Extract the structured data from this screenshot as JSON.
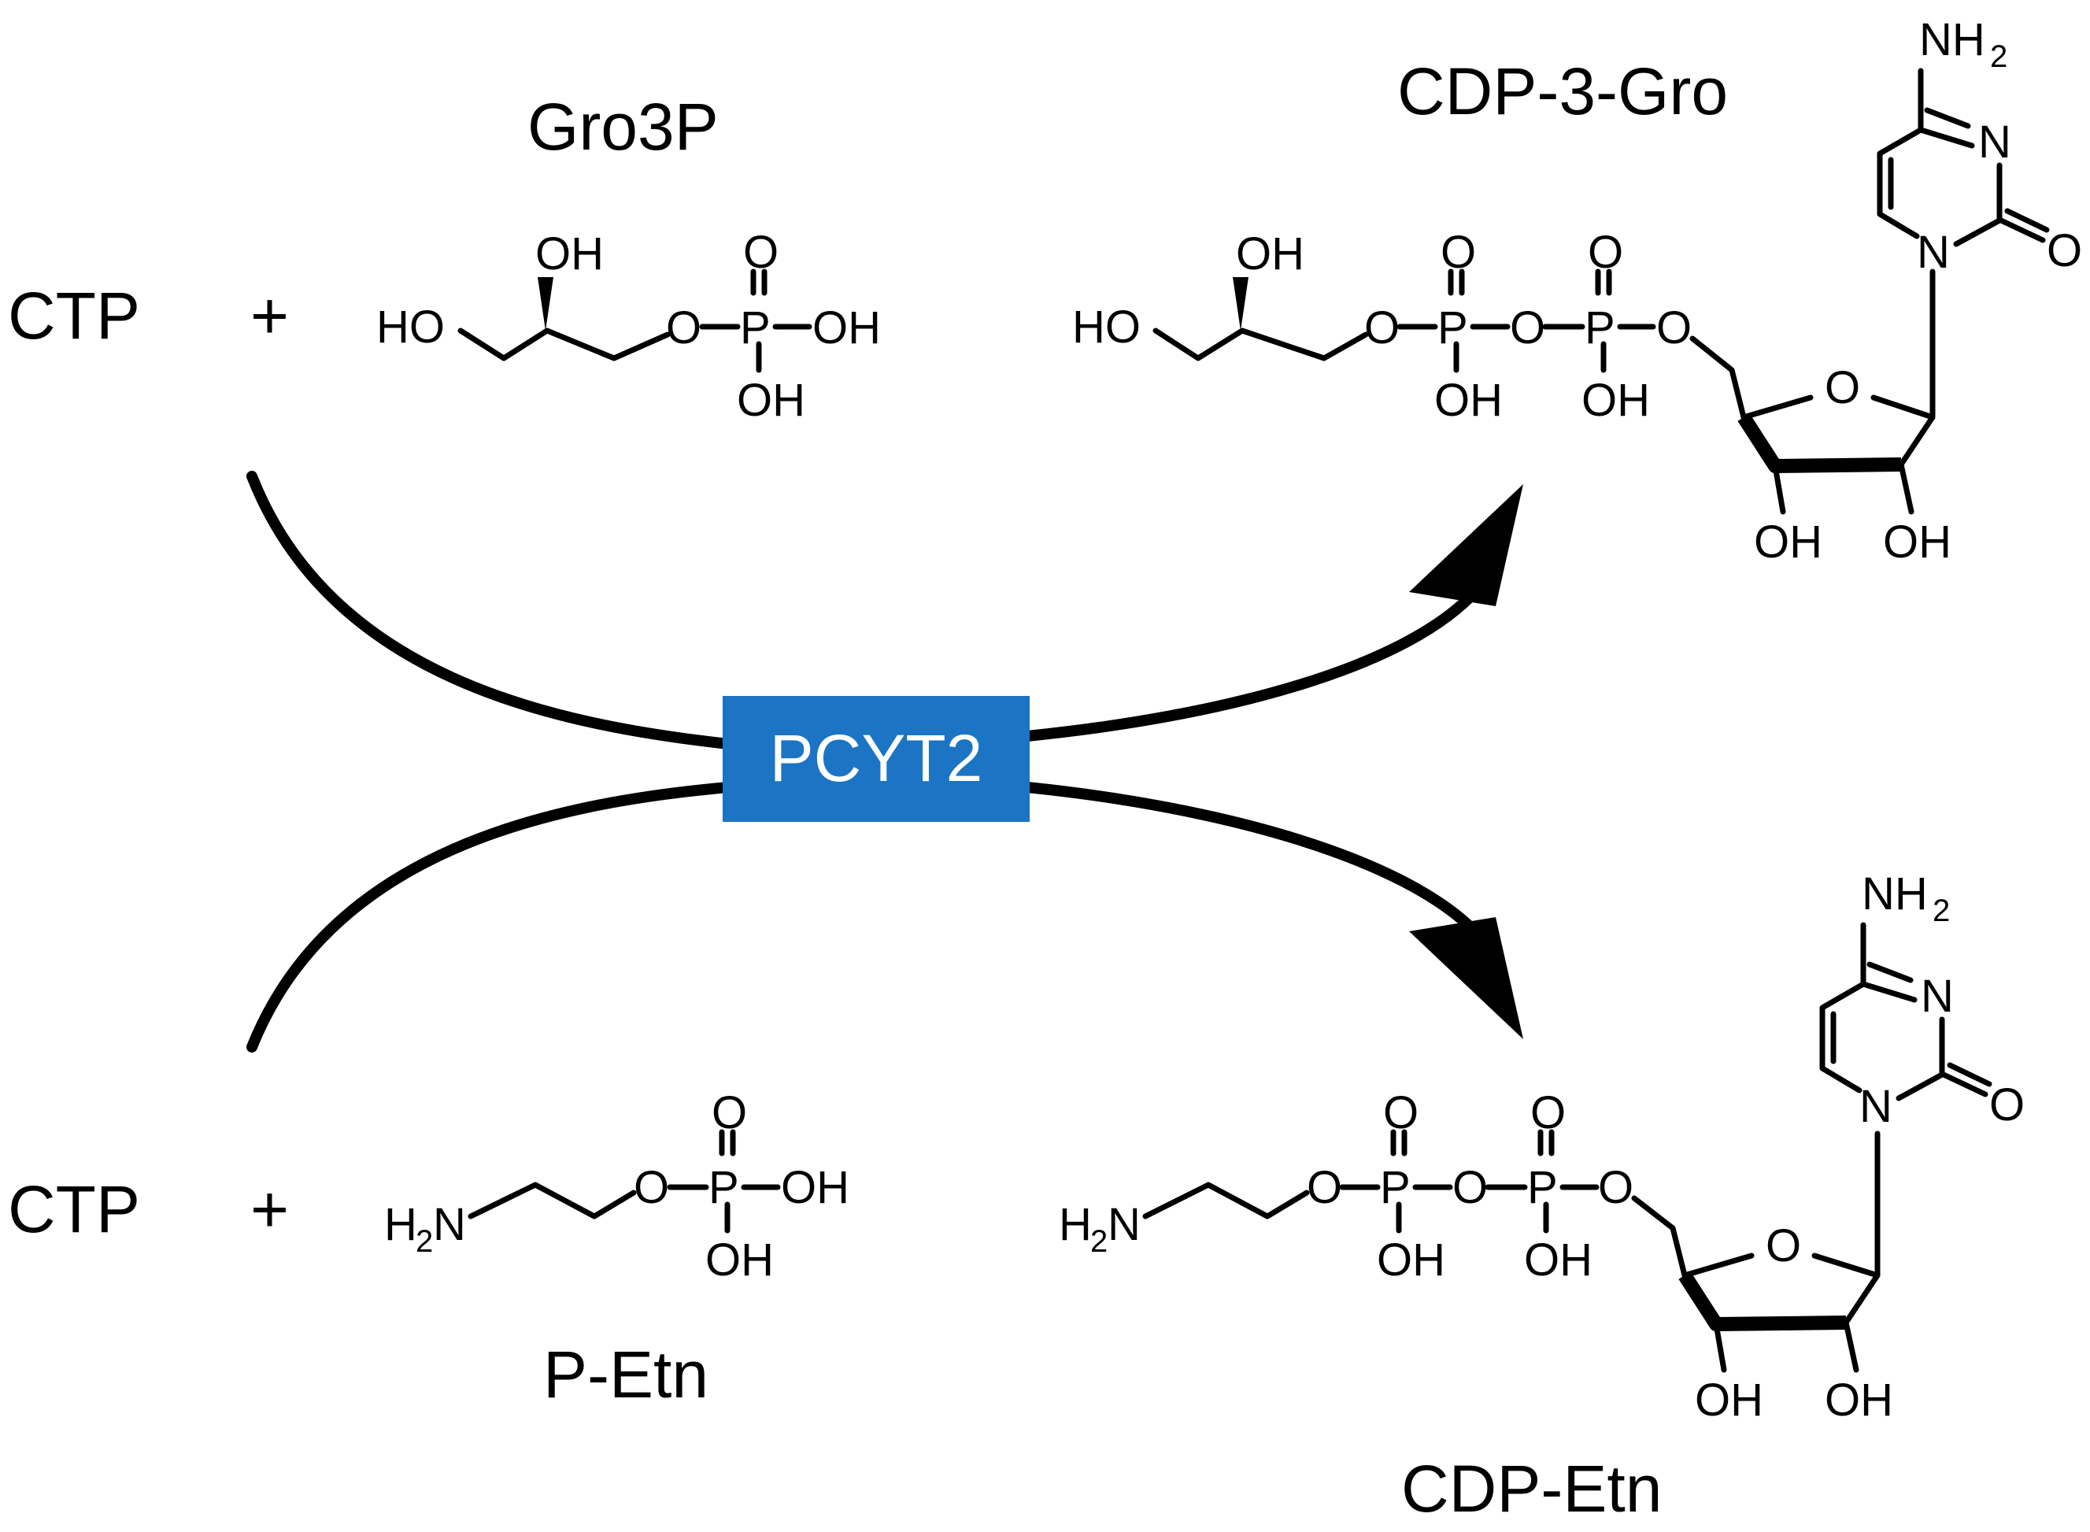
{
  "top": {
    "reactant": "CTP",
    "plus": "+",
    "substrate_name": "Gro3P",
    "product_name": "CDP-3-Gro"
  },
  "bottom": {
    "reactant": "CTP",
    "plus": "+",
    "substrate_name": "P-Etn",
    "product_name": "CDP-Etn"
  },
  "enzyme": {
    "label": "PCYT2",
    "color": "#1b75c4"
  },
  "atoms": {
    "OH": "OH",
    "HO": "HO",
    "O": "O",
    "P": "P",
    "N": "N",
    "NH": "NH",
    "H": "H",
    "two": "2"
  },
  "colors": {
    "ink": "#000000",
    "background": "#ffffff"
  }
}
